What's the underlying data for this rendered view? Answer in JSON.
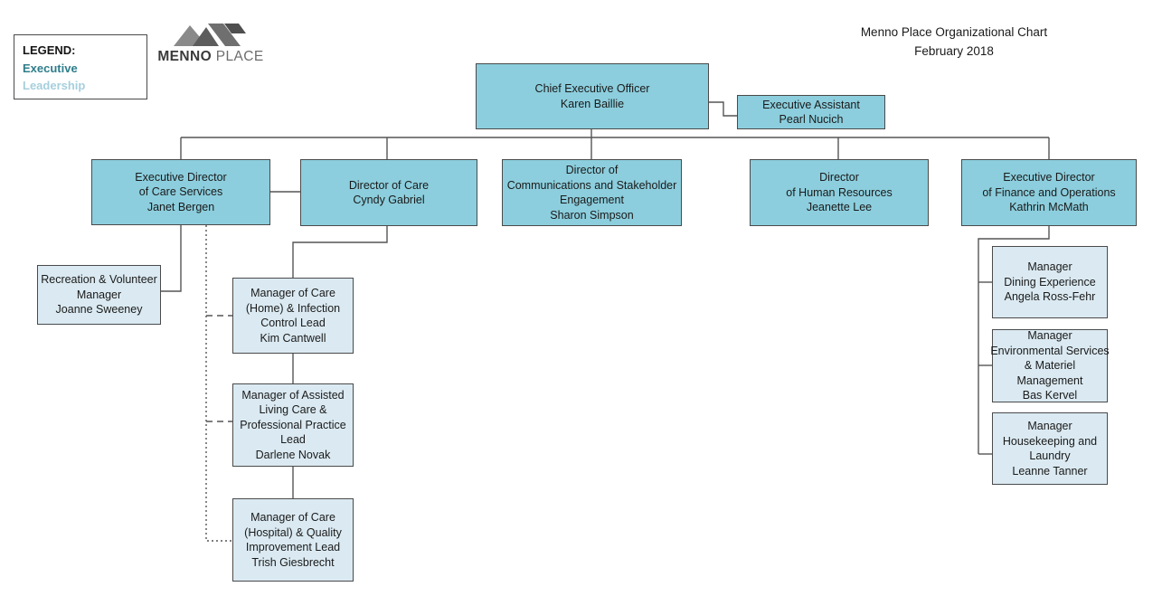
{
  "page": {
    "title_line1": "Menno Place Organizational Chart",
    "title_line2": "February 2018"
  },
  "legend": {
    "heading": "LEGEND:",
    "executive_label": "Executive",
    "leadership_label": "Leadership",
    "executive_color": "#2e7d8c",
    "leadership_color": "#a6cfdd"
  },
  "brand": {
    "name_bold": "MENNO",
    "name_light": "PLACE",
    "logo_icon": "menno-place-roof-logo"
  },
  "colors": {
    "executive_fill": "#8ccedd",
    "leadership_fill": "#dbeaf2",
    "box_border": "#4a4a4a",
    "connector": "#555555"
  },
  "chart_data": {
    "type": "org-chart",
    "nodes": [
      {
        "id": "ceo",
        "tier": "executive",
        "title": "Chief Executive Officer",
        "lines": [
          "Chief Executive Officer",
          "Karen Baillie"
        ]
      },
      {
        "id": "ea",
        "tier": "executive",
        "title": "Executive Assistant",
        "lines": [
          "Executive Assistant",
          "Pearl Nucich"
        ]
      },
      {
        "id": "ed-care",
        "tier": "executive",
        "title": "Executive Director of Care Services",
        "lines": [
          "Executive Director",
          "of Care Services",
          "Janet Bergen"
        ]
      },
      {
        "id": "dir-care",
        "tier": "executive",
        "title": "Director of Care",
        "lines": [
          "Director of Care",
          "Cyndy Gabriel"
        ]
      },
      {
        "id": "dir-comm",
        "tier": "executive",
        "title": "Director of Communications and Stakeholder Engagement",
        "lines": [
          "Director of",
          "Communications and Stakeholder",
          "Engagement",
          "Sharon Simpson"
        ]
      },
      {
        "id": "dir-hr",
        "tier": "executive",
        "title": "Director of Human Resources",
        "lines": [
          "Director",
          "of Human Resources",
          "Jeanette Lee"
        ]
      },
      {
        "id": "ed-fin",
        "tier": "executive",
        "title": "Executive Director of Finance and Operations",
        "lines": [
          "Executive Director",
          "of Finance and Operations",
          "Kathrin McMath"
        ]
      },
      {
        "id": "rec-vol",
        "tier": "leadership",
        "title": "Recreation & Volunteer Manager",
        "lines": [
          "Recreation & Volunteer",
          "Manager",
          "Joanne Sweeney"
        ]
      },
      {
        "id": "mgr-home",
        "tier": "leadership",
        "title": "Manager of Care (Home) & Infection Control Lead",
        "lines": [
          "Manager of Care",
          "(Home) & Infection",
          "Control Lead",
          "Kim Cantwell"
        ]
      },
      {
        "id": "mgr-alc",
        "tier": "leadership",
        "title": "Manager of Assisted Living Care & Professional Practice Lead",
        "lines": [
          "Manager of Assisted",
          "Living Care &",
          "Professional Practice",
          "Lead",
          "Darlene Novak"
        ]
      },
      {
        "id": "mgr-hosp",
        "tier": "leadership",
        "title": "Manager of Care (Hospital) & Quality Improvement Lead",
        "lines": [
          "Manager of Care",
          "(Hospital) & Quality",
          "Improvement Lead",
          "Trish Giesbrecht"
        ]
      },
      {
        "id": "mgr-dining",
        "tier": "leadership",
        "title": "Manager Dining Experience",
        "lines": [
          "Manager",
          "Dining Experience",
          "Angela Ross-Fehr"
        ]
      },
      {
        "id": "mgr-env",
        "tier": "leadership",
        "title": "Manager Environmental Services & Materiel Management",
        "lines": [
          "Manager",
          "Environmental Services",
          "& Materiel",
          "Management",
          "Bas Kervel"
        ]
      },
      {
        "id": "mgr-house",
        "tier": "leadership",
        "title": "Manager Housekeeping and Laundry",
        "lines": [
          "Manager",
          "Housekeeping and",
          "Laundry",
          "Leanne Tanner"
        ]
      }
    ],
    "edges": [
      {
        "from": "ceo",
        "to": "ea",
        "style": "solid"
      },
      {
        "from": "ceo",
        "to": "ed-care",
        "style": "solid"
      },
      {
        "from": "ceo",
        "to": "dir-care",
        "style": "solid"
      },
      {
        "from": "ceo",
        "to": "dir-comm",
        "style": "solid"
      },
      {
        "from": "ceo",
        "to": "dir-hr",
        "style": "solid"
      },
      {
        "from": "ceo",
        "to": "ed-fin",
        "style": "solid"
      },
      {
        "from": "ed-care",
        "to": "dir-care",
        "style": "solid"
      },
      {
        "from": "ed-care",
        "to": "rec-vol",
        "style": "solid"
      },
      {
        "from": "ed-care",
        "to": "mgr-home",
        "style": "dashed"
      },
      {
        "from": "ed-care",
        "to": "mgr-alc",
        "style": "dashed"
      },
      {
        "from": "ed-care",
        "to": "mgr-hosp",
        "style": "dotted"
      },
      {
        "from": "dir-care",
        "to": "mgr-home",
        "style": "solid"
      },
      {
        "from": "mgr-home",
        "to": "mgr-alc",
        "style": "solid"
      },
      {
        "from": "mgr-alc",
        "to": "mgr-hosp",
        "style": "solid"
      },
      {
        "from": "ed-fin",
        "to": "mgr-dining",
        "style": "solid"
      },
      {
        "from": "ed-fin",
        "to": "mgr-env",
        "style": "solid"
      },
      {
        "from": "ed-fin",
        "to": "mgr-house",
        "style": "solid"
      }
    ]
  }
}
